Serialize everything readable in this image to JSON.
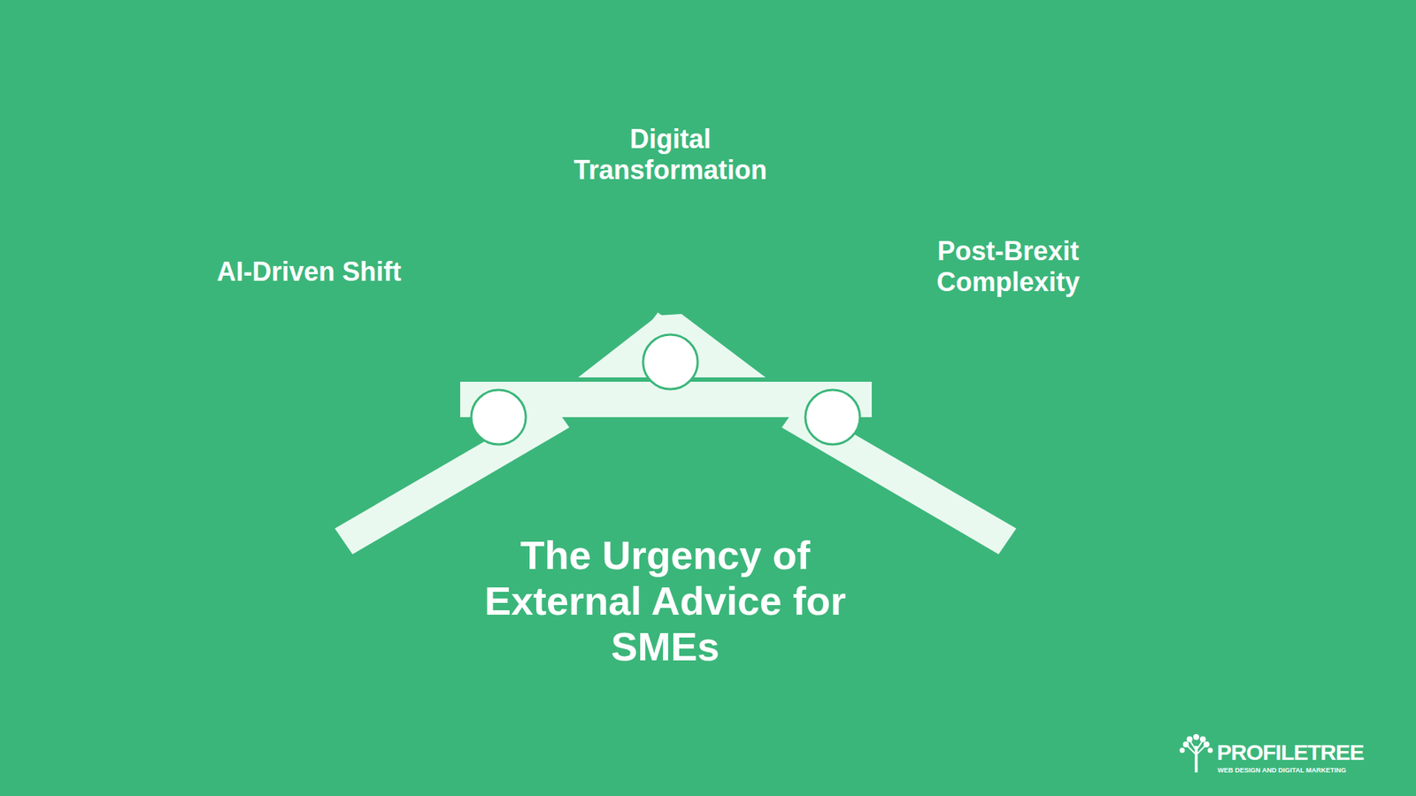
{
  "diagram": {
    "title": "The Urgency of External Advice for SMEs",
    "labels": [
      "Digital Transformation",
      "AI-Driven Shift",
      "Post-Brexit Complexity",
      "PROFILETREE",
      "WEB DESIGN AND DIGITAL MARKETING"
    ]
  }
}
